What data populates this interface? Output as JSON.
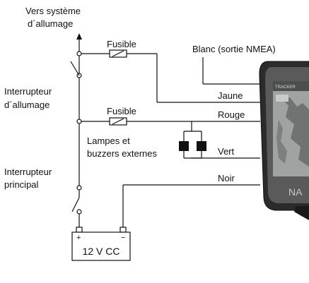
{
  "labels": {
    "ignition_target_1": "Vers système",
    "ignition_target_2": "d´allumage",
    "fuse_top": "Fusible",
    "fuse_mid": "Fusible",
    "nmea": "Blanc (sortie NMEA)",
    "ignition_switch_1": "Interrupteur",
    "ignition_switch_2": "d´allumage",
    "lamps_1": "Lampes et",
    "lamps_2": "buzzers externes",
    "main_switch_1": "Interrupteur",
    "main_switch_2": "principal",
    "wire_yellow": "Jaune",
    "wire_red": "Rouge",
    "wire_green": "Vert",
    "wire_black": "Noir",
    "battery": "12 V CC",
    "battery_plus": "+",
    "battery_minus": "−"
  },
  "device": {
    "screen_header": "TRACKER",
    "brand_fragment": "NA"
  },
  "colors": {
    "line": "#111111",
    "device_body": "#2b2b2b",
    "device_bezel": "#5a5a5a",
    "screen": "#9fa3a2",
    "screen_map": "#6f7372"
  }
}
